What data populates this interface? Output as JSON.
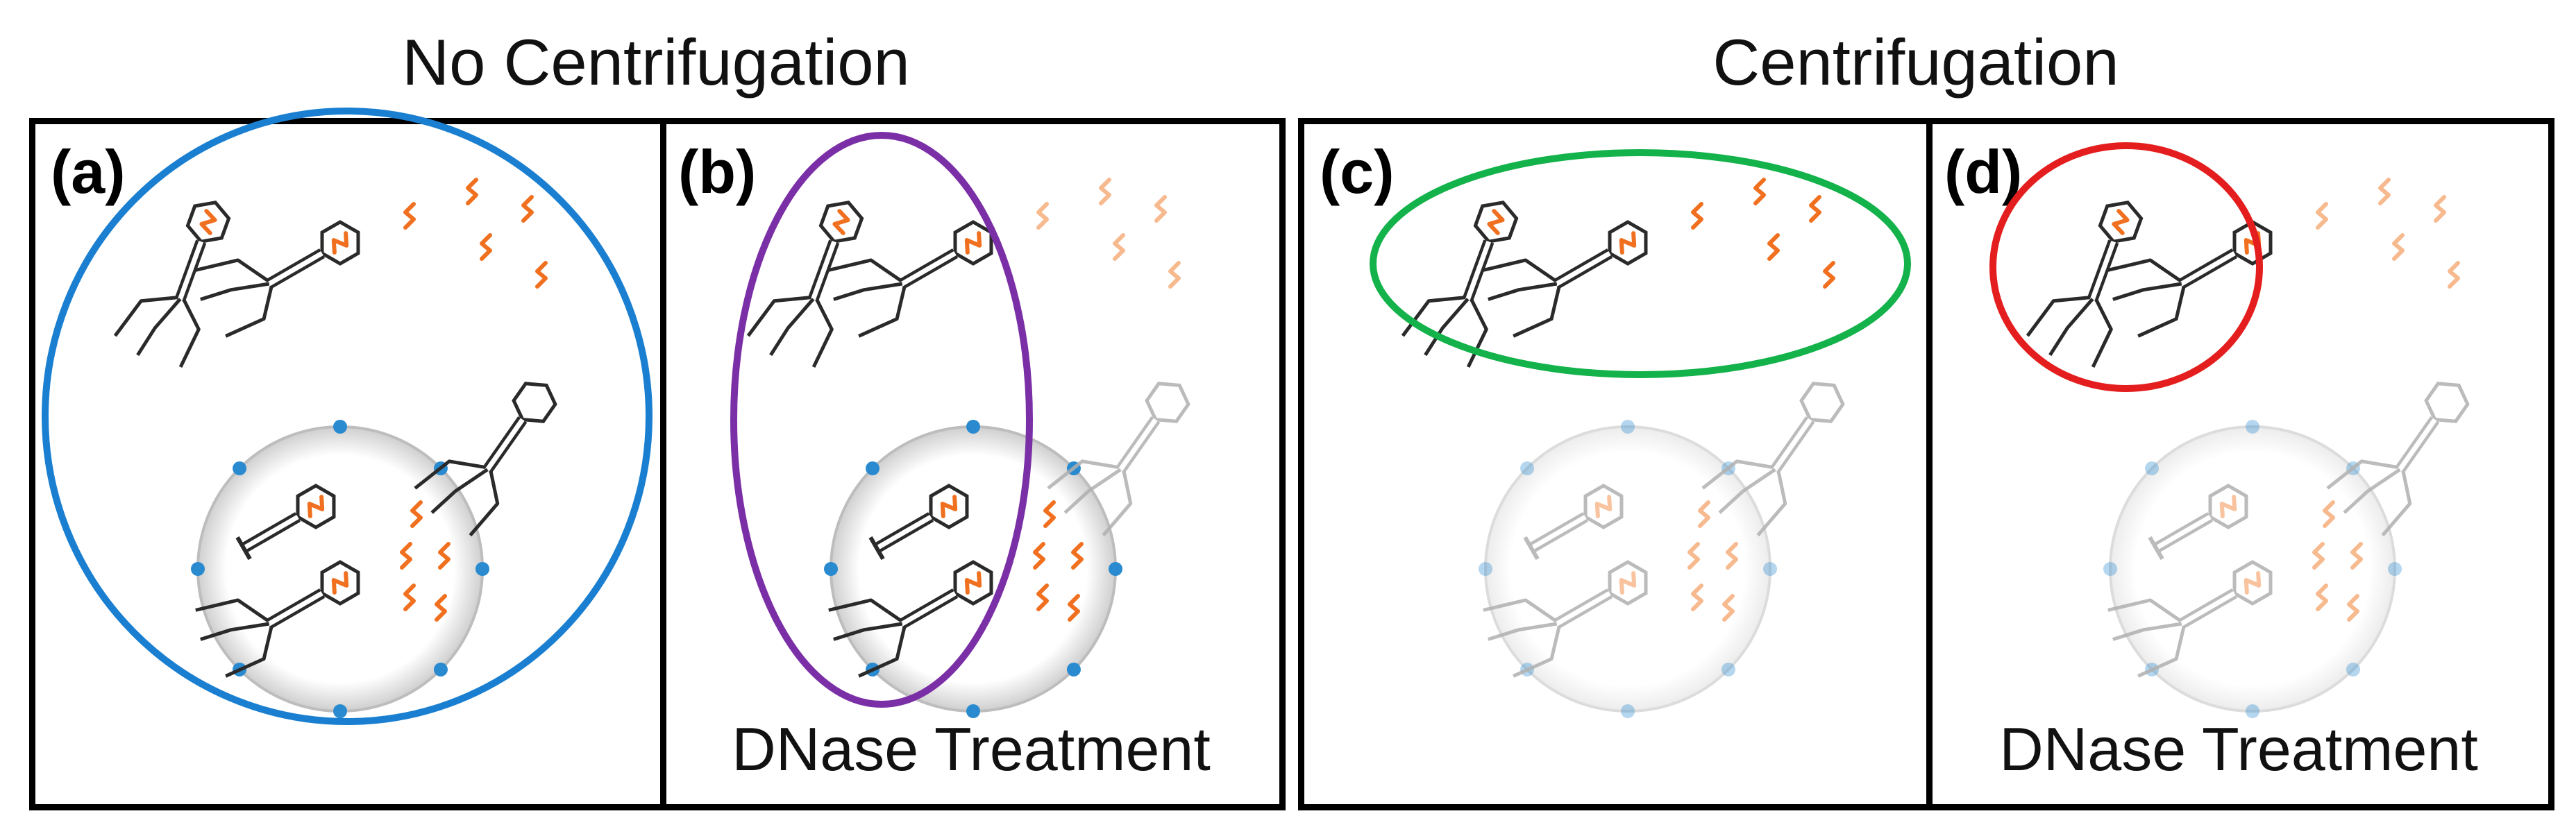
{
  "titles": {
    "left": "No Centrifugation",
    "right": "Centrifugation"
  },
  "panels": [
    {
      "label": "(a)",
      "caption": "",
      "highlight_color": "#1a7fd0",
      "highlight_target": "all"
    },
    {
      "label": "(b)",
      "caption": "DNase Treatment",
      "highlight_color": "#7b2fa6",
      "highlight_target": "encapsidated DNA"
    },
    {
      "label": "(c)",
      "caption": "",
      "highlight_color": "#13b24a",
      "highlight_target": "free phages and free DNA"
    },
    {
      "label": "(d)",
      "caption": "DNase Treatment",
      "highlight_color": "#e41e1e",
      "highlight_target": "free phages"
    }
  ],
  "colors": {
    "dna": "#f07020",
    "dna_faded": "#f7b98e",
    "phage": "#2a2a2a",
    "phage_faded": "#b0b0b0",
    "cell_port": "#2a8ad0"
  },
  "icons": [
    "phage-icon",
    "dna-fragment-icon",
    "bacterial-cell-icon"
  ]
}
